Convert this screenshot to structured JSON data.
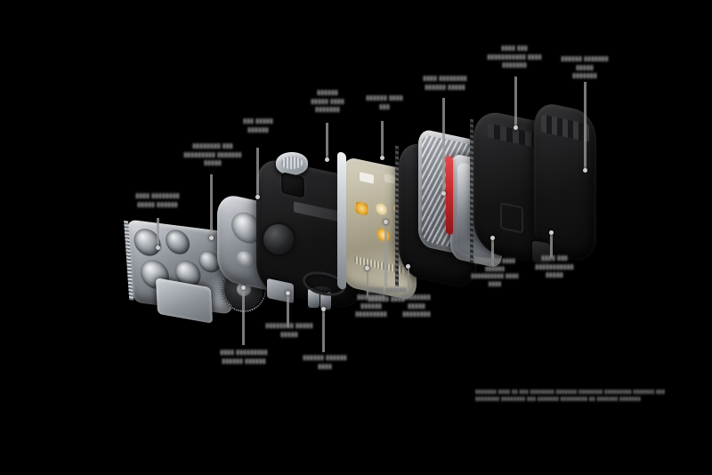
{
  "figure": {
    "kind": "exploded-view technical render",
    "subject": "Automotive LED headlamp module assembly",
    "background_color": "#000000",
    "label_color": "#7b7b7b",
    "leader_color": "#9a9a9a",
    "accent_colors": {
      "body_black": "#18181a",
      "machined_aluminum": "#b8bcc2",
      "pcb_tan": "#bdb7a2",
      "wire_red": "#c8282c",
      "led_amber": "#e8a92e"
    },
    "note": "All callout label text in the source image is rendered illegibly at this resolution; text is reproduced as blurred grey glyph blocks matching the original."
  },
  "callouts": [
    {
      "id": "c01",
      "name": "callout-left-optics",
      "text": "▮▮▮▮ ▮▮▮▮▮▮▮▮\n▮▮▮▮▮ ▮▮▮▮▮▮"
    },
    {
      "id": "c02",
      "name": "callout-reflector-assembly",
      "text": "▮▮▮▮▮▮▮▮ ▮▮▮\n▮▮▮▮▮▮▮▮▮ ▮▮▮▮▮▮▮\n▮▮▮▮▮"
    },
    {
      "id": "c03",
      "name": "callout-lens-bezel",
      "text": "▮▮▮ ▮▮▮▮▮\n▮▮▮▮▮▮"
    },
    {
      "id": "c04",
      "name": "callout-top-vent",
      "text": "▮▮▮▮▮▮\n▮▮▮▮▮ ▮▮▮▮\n▮▮▮▮▮▮▮"
    },
    {
      "id": "c05",
      "name": "callout-housing-cover",
      "text": "▮▮▮▮▮▮ ▮▮▮▮\n▮▮▮"
    },
    {
      "id": "c06",
      "name": "callout-driver-board",
      "text": "▮▮▮▮▮ ▮▮▮▮▮▮\n▮▮▮▮▮▮ ▮▮▮▮"
    },
    {
      "id": "c07",
      "name": "callout-heatsink-fins",
      "text": "▮▮▮▮ ▮▮▮▮▮▮▮▮\n▮▮▮▮▮▮ ▮▮▮▮▮"
    },
    {
      "id": "c08",
      "name": "callout-thermal-pad",
      "text": "▮▮▮▮ ▮▮▮\n▮▮▮▮▮▮▮▮▮▮▮ ▮▮▮▮\n▮▮▮▮▮▮▮"
    },
    {
      "id": "c09",
      "name": "callout-rear-housing",
      "text": "▮▮▮▮▮▮ ▮▮▮▮▮▮▮\n▮▮▮▮▮\n▮▮▮▮▮▮▮"
    },
    {
      "id": "c10",
      "name": "callout-gear-actuator",
      "text": "▮▮▮▮ ▮▮▮▮▮▮▮▮▮\n▮▮▮▮▮▮ ▮▮▮▮▮▮"
    },
    {
      "id": "c11",
      "name": "callout-mounting-bracket",
      "text": "▮▮▮▮▮▮▮▮ ▮▮▮▮▮\n▮▮▮▮▮"
    },
    {
      "id": "c12",
      "name": "callout-wiring-harness",
      "text": "▮▮▮▮▮▮ ▮▮▮▮▮▮\n▮▮▮▮"
    },
    {
      "id": "c13",
      "name": "callout-led-array",
      "text": "▮▮▮▮▮▮▮▮\n▮▮▮▮▮▮\n▮▮▮▮▮▮▮▮▮"
    },
    {
      "id": "c14",
      "name": "callout-connector-seal",
      "text": "▮▮▮▮▮▮▮▮\n▮▮▮▮▮\n▮▮▮▮▮▮▮▮"
    },
    {
      "id": "c15",
      "name": "callout-battery-pack",
      "text": "▮▮▮▮▮▮▮▮ ▮▮▮▮\n▮▮▮▮▮▮\n▮▮▮▮▮▮▮▮▮▮ ▮▮▮▮\n▮▮▮▮"
    },
    {
      "id": "c16",
      "name": "callout-rear-cap",
      "text": "▮▮▮▮ ▮▮▮\n▮▮▮▮▮▮▮▮▮▮▮\n▮▮▮▮▮"
    }
  ],
  "caption": {
    "name": "figure-caption",
    "text": "▮▮▮▮▮▮▮ ▮▮▮▮ ▮▮ ▮▮▮ ▮▮▮▮▮▮▮▮ ▮▮▮▮▮▮▮ ▮▮▮▮▮▮▮▮ ▮▮▮▮▮▮▮▮▮ ▮▮▮▮▮▮▮ ▮▮▮\n▮▮▮▮▮▮▮▮ ▮▮▮▮▮▮▮▮ ▮▮▮ ▮▮▮▮▮▮▮ ▮▮▮▮▮▮▮▮▮ ▮▮ ▮▮▮▮▮▮▮ ▮▮▮▮▮▮▮"
  }
}
